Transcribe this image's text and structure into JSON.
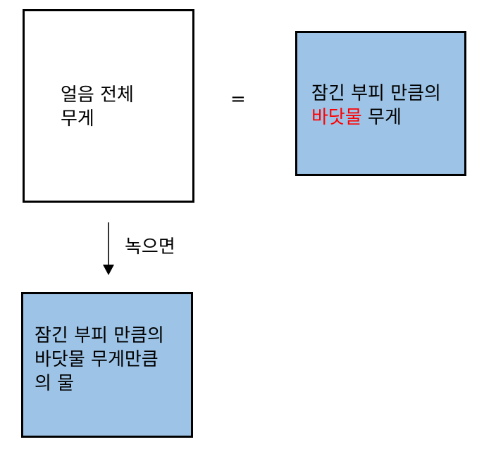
{
  "ice_box": {
    "line1": "얼음 전체",
    "line2": "무게"
  },
  "equals_sign": "=",
  "submerged_box": {
    "line1": "잠긴 부피 만큼의",
    "line2_highlight": "바닷물",
    "line2_rest": " 무게",
    "highlight_color": "#ff0000",
    "fill_color": "#9dc3e6"
  },
  "arrow_label": "녹으면",
  "melt_box": {
    "line1": "잠긴 부피 만큼의",
    "line2": "바닷물 무게만큼",
    "line3": "의 물",
    "fill_color": "#9dc3e6"
  }
}
